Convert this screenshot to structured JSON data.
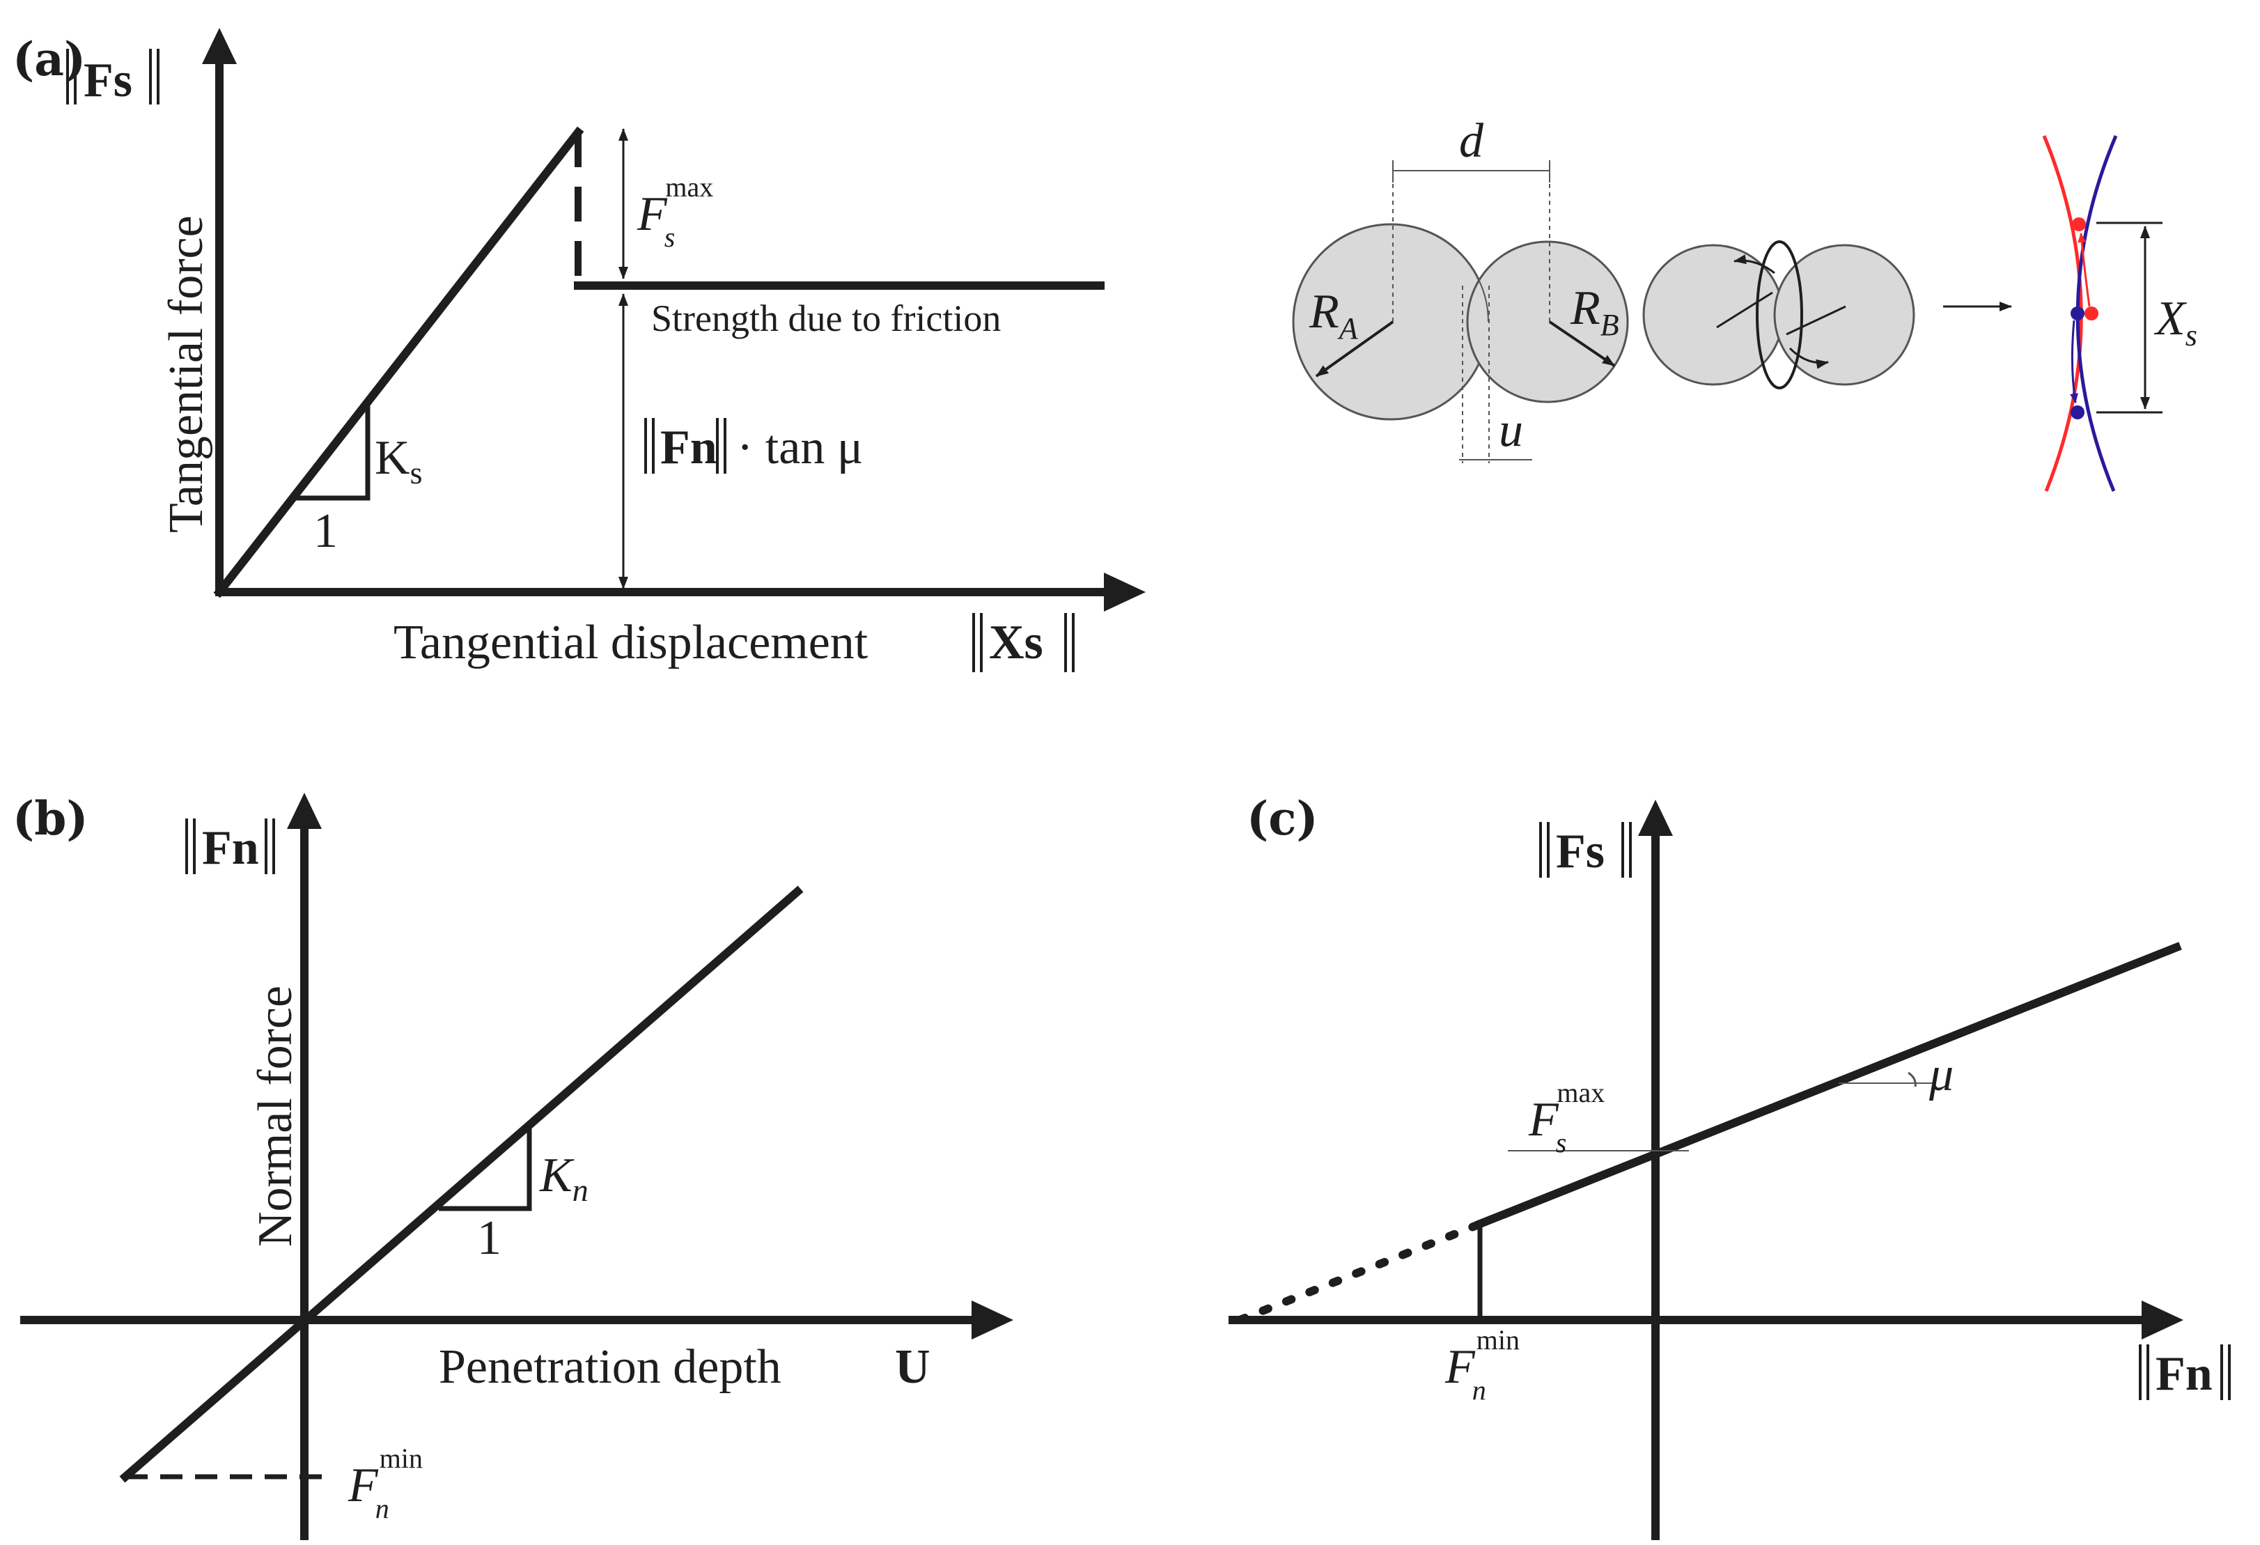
{
  "panels": {
    "a": {
      "label": "(a)",
      "y_axis_symbol": "Fs",
      "y_axis_label": "Tangential force",
      "x_axis_label": "Tangential displacement",
      "x_axis_symbol": "Xs",
      "slope_label": "K",
      "slope_label_sub": "s",
      "slope_run": "1",
      "peak_label": "F",
      "peak_label_sub": "s",
      "peak_label_sup": "max",
      "friction_label": "Strength due to friction",
      "residual_label_symbol": "Fn",
      "residual_label_rest": "· tan μ"
    },
    "spheres": {
      "distance_label": "d",
      "radius_a": "R",
      "radius_a_sub": "A",
      "radius_b": "R",
      "radius_b_sub": "B",
      "overlap_label": "u",
      "shear_label": "X",
      "shear_label_sub": "s",
      "colors": {
        "sphere_fill": "#d9d9d9",
        "red_arc": "#ff2a2a",
        "blue_arc": "#2a1a9a"
      }
    },
    "b": {
      "label": "(b)",
      "y_axis_symbol": "Fn",
      "y_axis_label": "Normal force",
      "x_axis_label": "Penetration depth",
      "x_axis_symbol": "U",
      "slope_label": "K",
      "slope_label_sub": "n",
      "slope_run": "1",
      "min_label": "F",
      "min_label_sub": "n",
      "min_label_sup": "min"
    },
    "c": {
      "label": "(c)",
      "y_axis_symbol": "Fs",
      "x_axis_symbol": "Fn",
      "intercept_label": "F",
      "intercept_label_sub": "s",
      "intercept_label_sup": "max",
      "min_label": "F",
      "min_label_sub": "n",
      "min_label_sup": "min",
      "angle_label": "μ"
    }
  }
}
